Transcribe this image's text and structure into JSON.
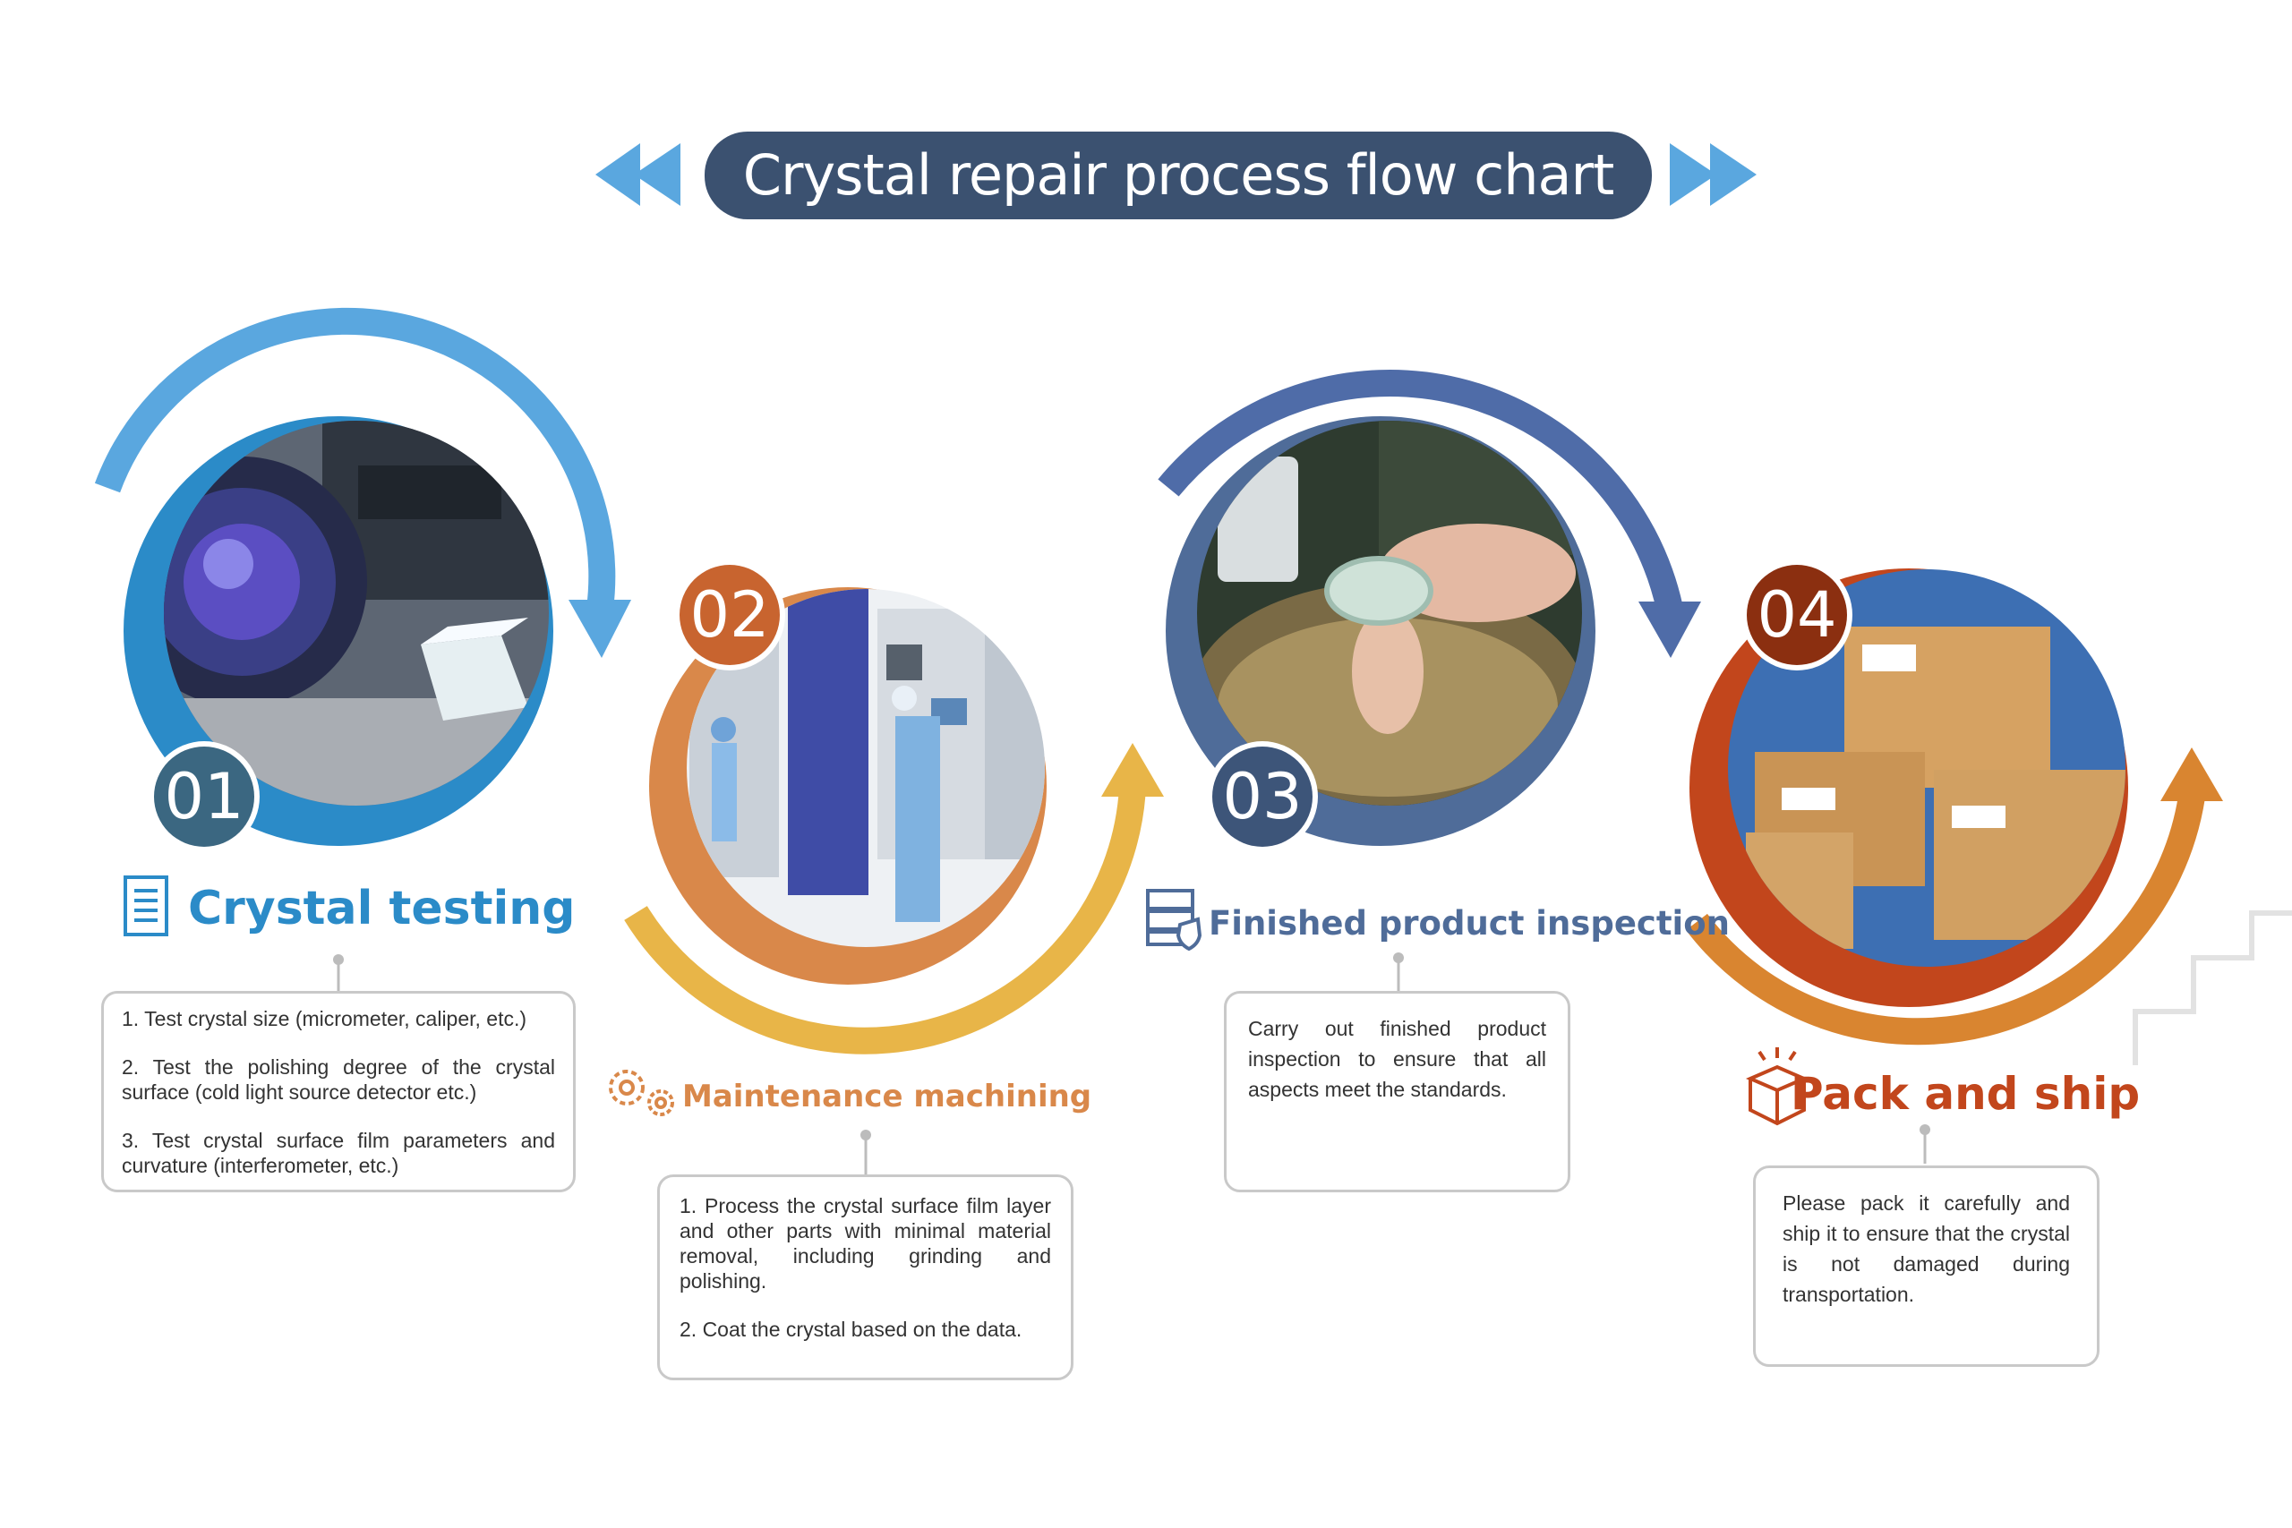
{
  "title": "Crystal repair process flow chart",
  "colors": {
    "title_bg": "#3b5170",
    "arrow_light_blue": "#5aa7df",
    "step1": "#2b8bc8",
    "step2_orange": "#d9884a",
    "step2_yellow": "#e8b548",
    "step3": "#4f6c99",
    "step4_red": "#c2461c",
    "step4_orange": "#d98530"
  },
  "steps": [
    {
      "number": "01",
      "title": "Crystal testing",
      "icon": "document-icon",
      "photo": "Optical test instrument with crystal",
      "lines": [
        "1. Test crystal size (micrometer, caliper, etc.)",
        "2. Test the polishing degree of the crystal surface (cold light source detector etc.)",
        "3. Test crystal surface film parameters and curvature (interferometer, etc.)"
      ]
    },
    {
      "number": "02",
      "title": "Maintenance machining",
      "icon": "gears-icon",
      "photo": "Technicians operating coating machines",
      "lines": [
        "1. Process the crystal surface film layer and other parts with minimal material removal, including grinding and polishing.",
        "2. Coat the crystal based on the data."
      ]
    },
    {
      "number": "03",
      "title": "Finished product inspection",
      "icon": "server-shield-icon",
      "photo": "Hands holding a polished crystal",
      "lines": [
        "Carry out finished product inspection to ensure that all aspects meet the standards."
      ]
    },
    {
      "number": "04",
      "title": "Pack and ship",
      "icon": "box-icon",
      "photo": "Stacked cardboard shipping boxes",
      "lines": [
        "Please pack it carefully and ship it to ensure that the crystal is not damaged during transportation."
      ]
    }
  ]
}
